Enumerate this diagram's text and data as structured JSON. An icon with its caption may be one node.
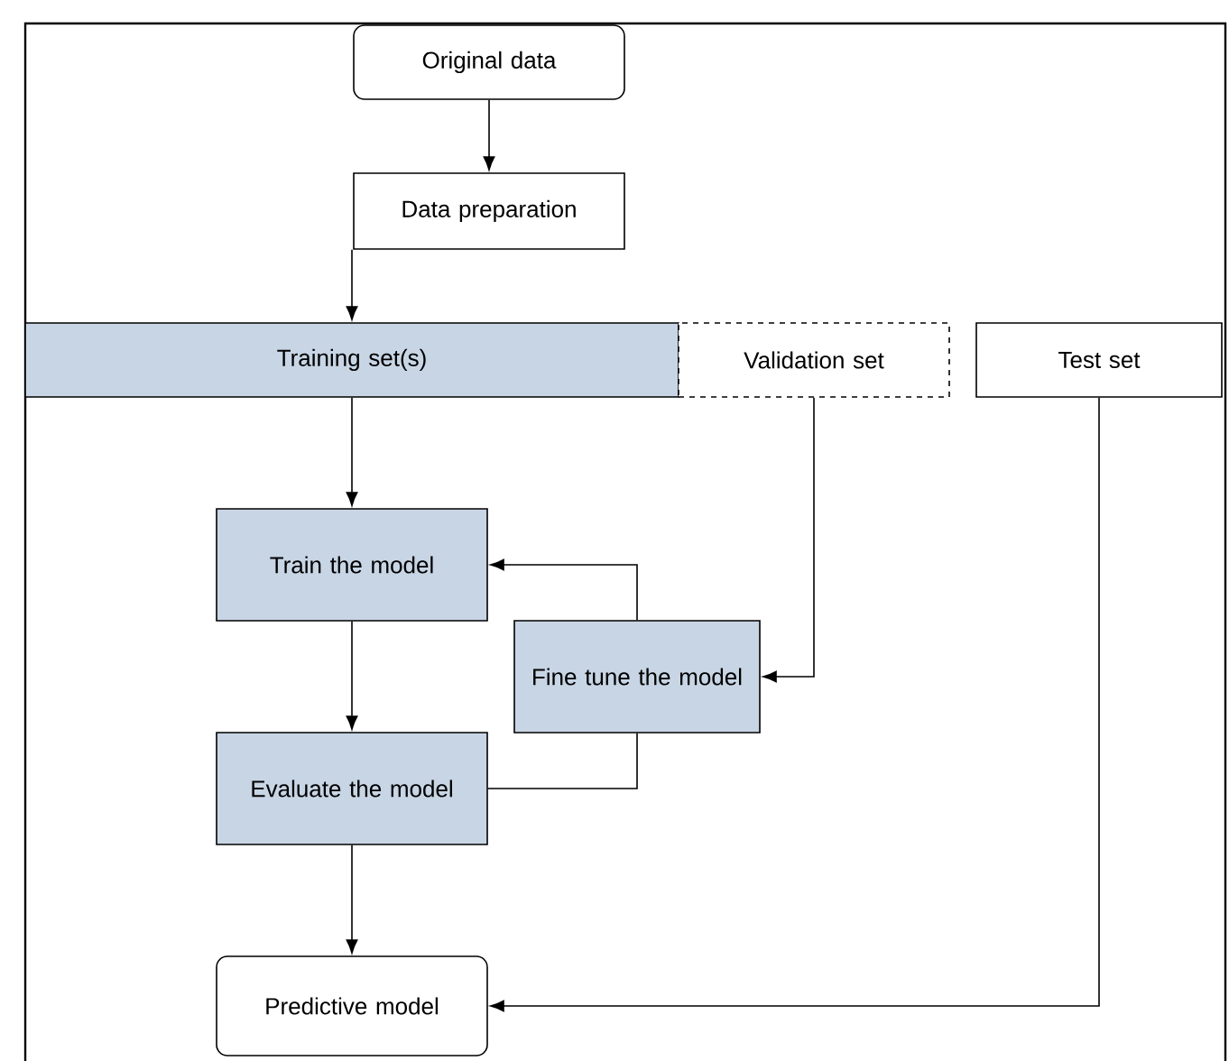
{
  "diagram": {
    "nodes": [
      {
        "text": [
          "Original data"
        ]
      },
      {
        "text": [
          "Data preparation"
        ]
      },
      {
        "text": [
          "Training set(s)"
        ]
      },
      {
        "text": [
          "Validation set"
        ]
      },
      {
        "text": [
          "Test set"
        ]
      },
      {
        "text": [
          "Train the model"
        ]
      },
      {
        "text": [
          "Fine tune the model"
        ]
      },
      {
        "text": [
          "Evaluate the model"
        ]
      },
      {
        "text": [
          "Predictive model"
        ]
      }
    ],
    "edges": [
      {
        "from": 0,
        "to": 1,
        "arrow": "to"
      },
      {
        "from": 1,
        "to": 2,
        "arrow": "to"
      },
      {
        "from": 2,
        "to": 5,
        "arrow": "to"
      },
      {
        "from": 5,
        "to": 7,
        "arrow": "to"
      },
      {
        "from": 7,
        "to": 6,
        "arrow": "none"
      },
      {
        "from": 6,
        "to": 5,
        "arrow": "to"
      },
      {
        "from": 3,
        "to": 6,
        "arrow": "to"
      },
      {
        "from": 4,
        "to": 8,
        "arrow": "to"
      },
      {
        "from": 7,
        "to": 8,
        "arrow": "to"
      }
    ]
  }
}
